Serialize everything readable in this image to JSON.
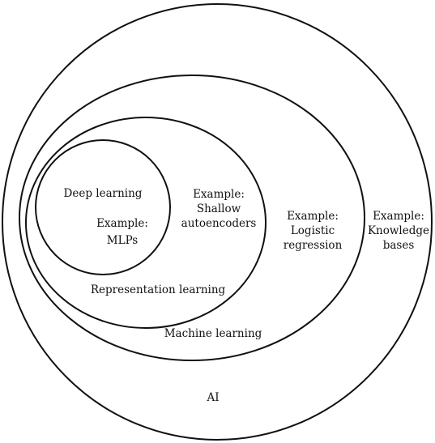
{
  "diagram": {
    "colors": {
      "stroke": "#111111",
      "background": "#ffffff"
    },
    "ai": {
      "label": "AI",
      "example_line1": "Example:",
      "example_line2": "Knowledge",
      "example_line3": "bases"
    },
    "machine_learning": {
      "label": "Machine learning",
      "example_line1": "Example:",
      "example_line2": "Logistic",
      "example_line3": "regression"
    },
    "representation_learning": {
      "label": "Representation learning",
      "example_line1": "Example:",
      "example_line2": "Shallow",
      "example_line3": "autoencoders"
    },
    "deep_learning": {
      "label": "Deep learning",
      "example_line1": "Example:",
      "example_line2": "MLPs"
    }
  }
}
